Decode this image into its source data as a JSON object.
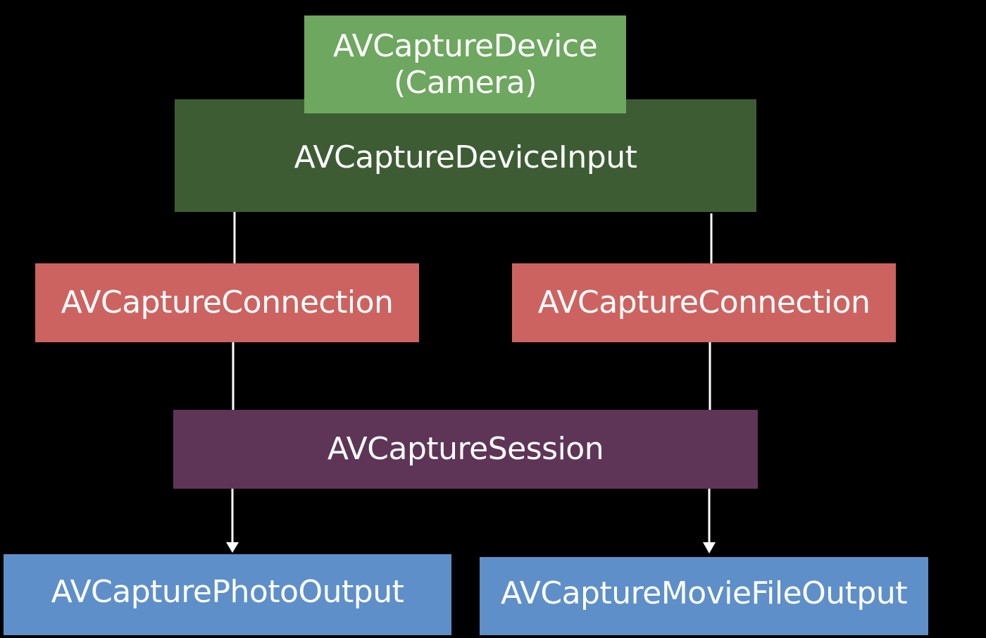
{
  "nodes": {
    "device": {
      "lines": [
        "AVCaptureDevice",
        "(Camera)"
      ],
      "color": "#6ea75f"
    },
    "input": {
      "label": "AVCaptureDeviceInput",
      "color": "#3d5c34"
    },
    "conn_left": {
      "label": "AVCaptureConnection",
      "color": "#cd6360"
    },
    "conn_right": {
      "label": "AVCaptureConnection",
      "color": "#cd6360"
    },
    "session": {
      "label": "AVCaptureSession",
      "color": "#5e3557"
    },
    "photo": {
      "label": "AVCapturePhotoOutput",
      "color": "#5e8fc9"
    },
    "movie": {
      "label": "AVCaptureMovieFileOutput",
      "color": "#5e8fc9"
    }
  },
  "edges": [
    {
      "from": "input",
      "to": "conn_left",
      "arrow": false
    },
    {
      "from": "input",
      "to": "conn_right",
      "arrow": false
    },
    {
      "from": "conn_left",
      "to": "session",
      "arrow": false
    },
    {
      "from": "conn_right",
      "to": "session",
      "arrow": false
    },
    {
      "from": "session",
      "to": "photo",
      "arrow": true
    },
    {
      "from": "session",
      "to": "movie",
      "arrow": true
    }
  ],
  "colors": {
    "background": "#000000",
    "edge": "#ffffff",
    "text": "#ffffff"
  }
}
